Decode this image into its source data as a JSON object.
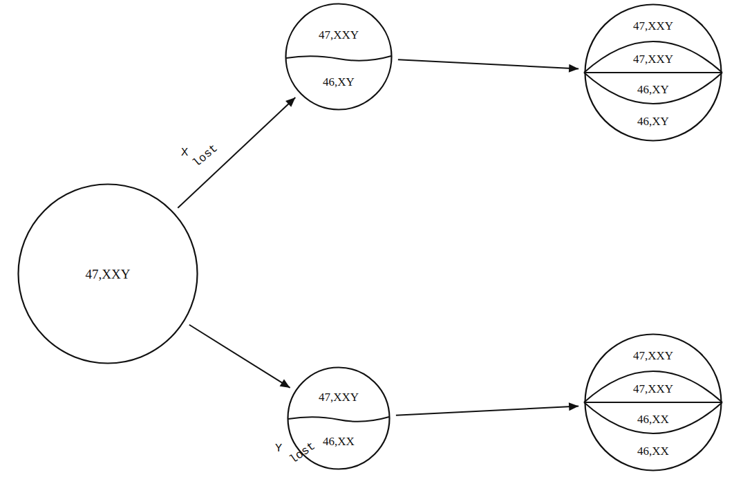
{
  "diagram": {
    "nodes": [
      {
        "text": [
          "47,XXY"
        ]
      },
      {
        "text": [
          "47,XXY",
          "46,XY"
        ]
      },
      {
        "text": [
          "47,XXY",
          "47,XXY",
          "46,XY",
          "46,XY"
        ]
      },
      {
        "text": [
          "47,XXY",
          "46,XX"
        ]
      },
      {
        "text": [
          "47,XXY",
          "47,XXY",
          "46,XX",
          "46,XX"
        ]
      }
    ],
    "edges": [
      {
        "from": 0,
        "to": 1,
        "arrow": "to"
      },
      {
        "from": 1,
        "to": 2,
        "arrow": "to"
      },
      {
        "from": 0,
        "to": 3,
        "arrow": "to"
      },
      {
        "from": 3,
        "to": 4,
        "arrow": "to"
      }
    ],
    "labels": [
      "X",
      "lost",
      "Y",
      "lost"
    ]
  }
}
